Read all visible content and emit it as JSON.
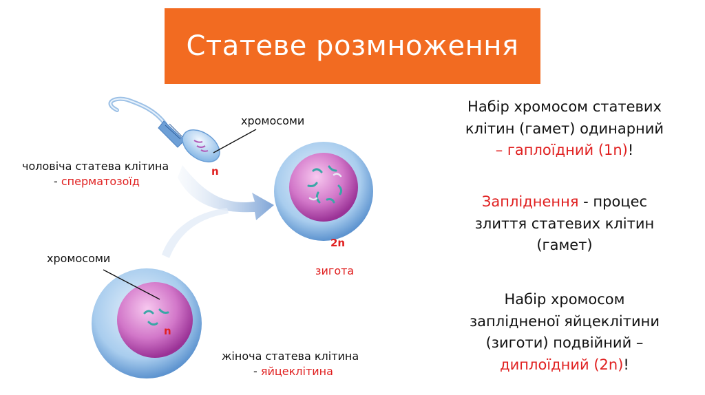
{
  "title": "Статеве розмноження",
  "labels": {
    "chromosomes_top": "хромосоми",
    "chromosomes_bottom": "хромосоми",
    "male_cell_line1": "чоловіча статева клітина",
    "male_cell_dash": "- ",
    "male_cell_name": "сперматозоїд",
    "female_cell_line1": "жіноча статева клітина",
    "female_cell_dash": "- ",
    "female_cell_name": "яйцеклітина",
    "zygote": "зигота",
    "n_sperm": "n",
    "n_egg": "n",
    "two_n": "2n"
  },
  "paragraphs": {
    "p1_line1": "Набір хромосом статевих",
    "p1_line2": "клітин (гамет) одинарний",
    "p1_line3_red": "– гаплоїдний (1n)",
    "p1_line3_end": "!",
    "p2_red": "Запліднення",
    "p2_rest1": " - процес",
    "p2_line2": "злиття статевих клітин",
    "p2_line3": "(гамет)",
    "p3_line1": "Набір хромосом",
    "p3_line2": "заплідненої яйцеклітини",
    "p3_line3": "(зиготи) подвійний –",
    "p3_line4_red": "диплоїдний (2n)",
    "p3_line4_end": "!"
  },
  "colors": {
    "title_bg": "#f26b21",
    "accent_red": "#e02020",
    "cell_outer": "#8ab8e6",
    "nucleus": "#c060c0"
  }
}
